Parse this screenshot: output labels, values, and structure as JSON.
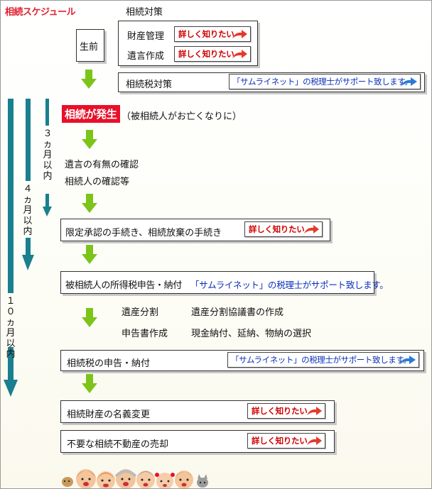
{
  "title": "相続スケジュール",
  "column_title": "相続対策",
  "sections": {
    "before_death": {
      "label": "生前"
    },
    "asset_management": {
      "label": "財産管理",
      "button": "詳しく知りたい"
    },
    "will_creation": {
      "label": "遺言作成",
      "button": "詳しく知りたい"
    },
    "tax_measures": {
      "label": "相続税対策",
      "support": "「サムライネット」の税理士がサポート致します。"
    },
    "occurrence": {
      "badge": "相続が発生",
      "note": "（被相続人がお亡くなりに）"
    },
    "confirm": {
      "line1": "遺言の有無の確認",
      "line2": "相続人の確認等"
    },
    "renunciation": {
      "label": "限定承認の手続き、相続放棄の手続き",
      "button": "詳しく知りたい"
    },
    "income_tax": {
      "label": "被相続人の所得税申告・納付",
      "support": "「サムライネット」の税理士がサポート致します。"
    },
    "division": {
      "left1": "遺産分割",
      "right1": "遺産分割協議書の作成",
      "left2": "申告書作成",
      "right2": "現金納付、延納、物納の選択"
    },
    "inheritance_tax": {
      "label": "相続税の申告・納付",
      "support": "「サムライネット」の税理士がサポート致します。"
    },
    "name_change": {
      "label": "相続財産の名義変更",
      "button": "詳しく知りたい"
    },
    "real_estate": {
      "label": "不要な相続不動産の売却",
      "button": "詳しく知りたい"
    }
  },
  "timeline": {
    "three_months": "３ヵ月以内",
    "four_months": "４ヵ月以内",
    "ten_months": "１０ヵ月以内"
  },
  "colors": {
    "title_red": "#e02030",
    "badge_red": "#e8102a",
    "button_text_red": "#d00000",
    "support_blue": "#0a2fb8",
    "timeline_teal": "#1a7f8e",
    "arrow_green": "#7cc41a"
  }
}
